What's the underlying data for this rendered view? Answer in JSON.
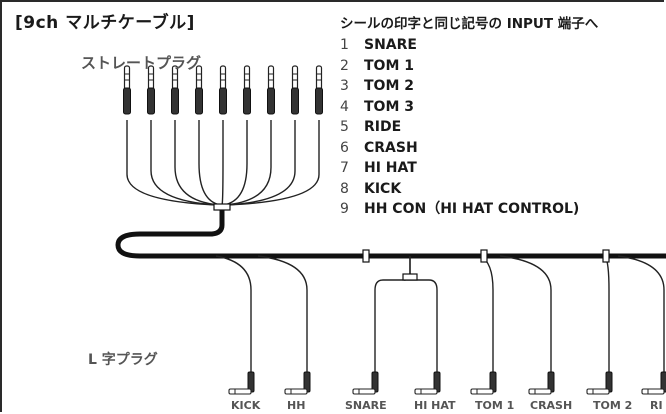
{
  "title": "[9ch マルチケーブル]",
  "note": "シールの印字と同じ記号の INPUT 端子へ",
  "straight_plug_label": "ストレートプラグ",
  "l_plug_label": "L 字プラグ",
  "legend": [
    {
      "num": "1",
      "name": "SNARE"
    },
    {
      "num": "2",
      "name": "TOM 1"
    },
    {
      "num": "3",
      "name": "TOM 2"
    },
    {
      "num": "4",
      "name": "TOM 3"
    },
    {
      "num": "5",
      "name": "RIDE"
    },
    {
      "num": "6",
      "name": "CRASH"
    },
    {
      "num": "7",
      "name": "HI HAT"
    },
    {
      "num": "8",
      "name": "KICK"
    },
    {
      "num": "9",
      "name": "HH CON（HI HAT CONTROL)"
    }
  ],
  "plug_labels": [
    "KICK",
    "HH",
    "SNARE",
    "HI HAT",
    "TOM 1",
    "CRASH",
    "TOM 2",
    "RI"
  ]
}
